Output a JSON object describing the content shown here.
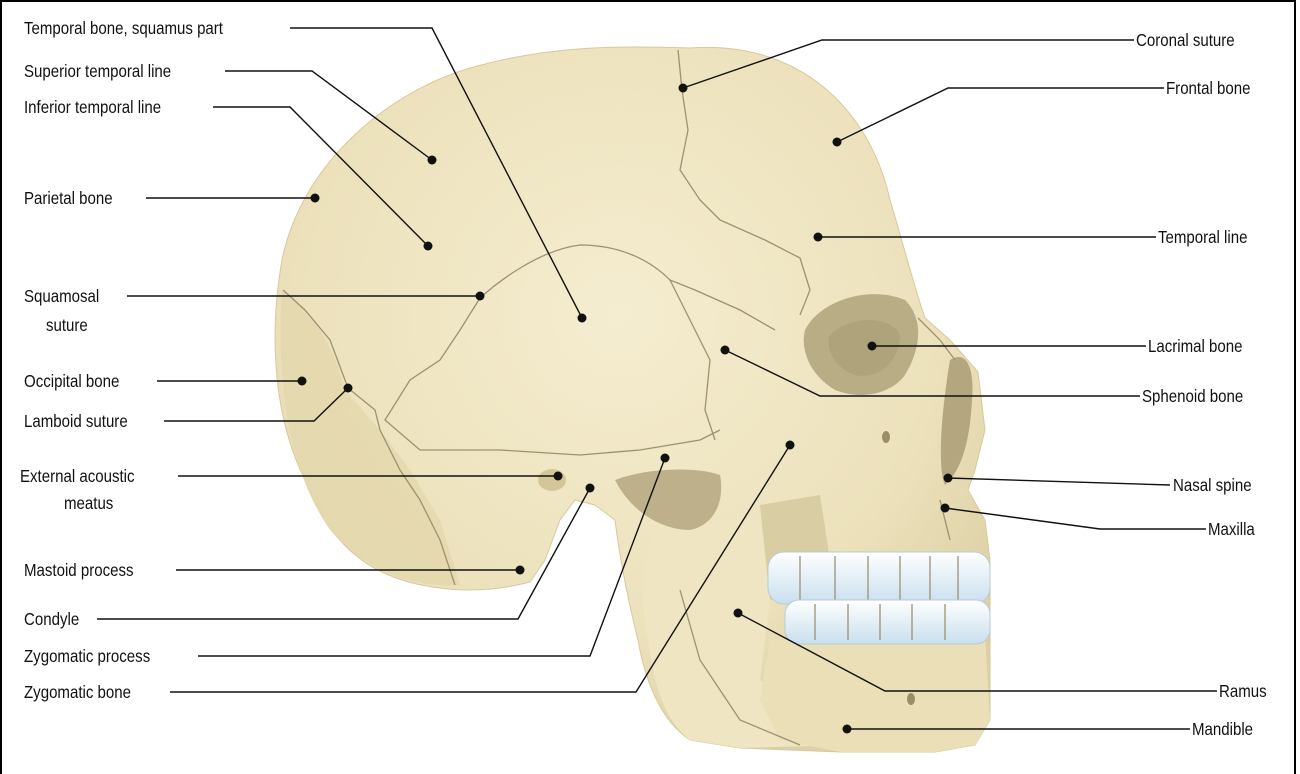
{
  "labels": {
    "temporal_squamus": "Temporal bone, squamus part",
    "superior_temporal_line": "Superior temporal line",
    "inferior_temporal_line": "Inferior temporal line",
    "parietal_bone": "Parietal bone",
    "squamosal_suture_1": "Squamosal",
    "squamosal_suture_2": "suture",
    "occipital_bone": "Occipital bone",
    "lamboid_suture": "Lamboid suture",
    "external_acoustic_meatus_1": "External acoustic",
    "external_acoustic_meatus_2": "meatus",
    "mastoid_process": "Mastoid process",
    "condyle": "Condyle",
    "zygomatic_process": "Zygomatic process",
    "zygomatic_bone": "Zygomatic bone",
    "coronal_suture": "Coronal suture",
    "frontal_bone": "Frontal bone",
    "temporal_line": "Temporal line",
    "lacrimal_bone": "Lacrimal bone",
    "sphenoid_bone": "Sphenoid bone",
    "nasal_spine": "Nasal spine",
    "maxilla": "Maxilla",
    "ramus": "Ramus",
    "mandible": "Mandible"
  },
  "colors": {
    "bone": "#ede2bd",
    "bone_light": "#f5edd0",
    "bone_shadow": "#d8cca2",
    "cavity": "#bcb08a",
    "teeth": "#dcecf6",
    "suture": "#9c9272",
    "line": "#111111"
  }
}
